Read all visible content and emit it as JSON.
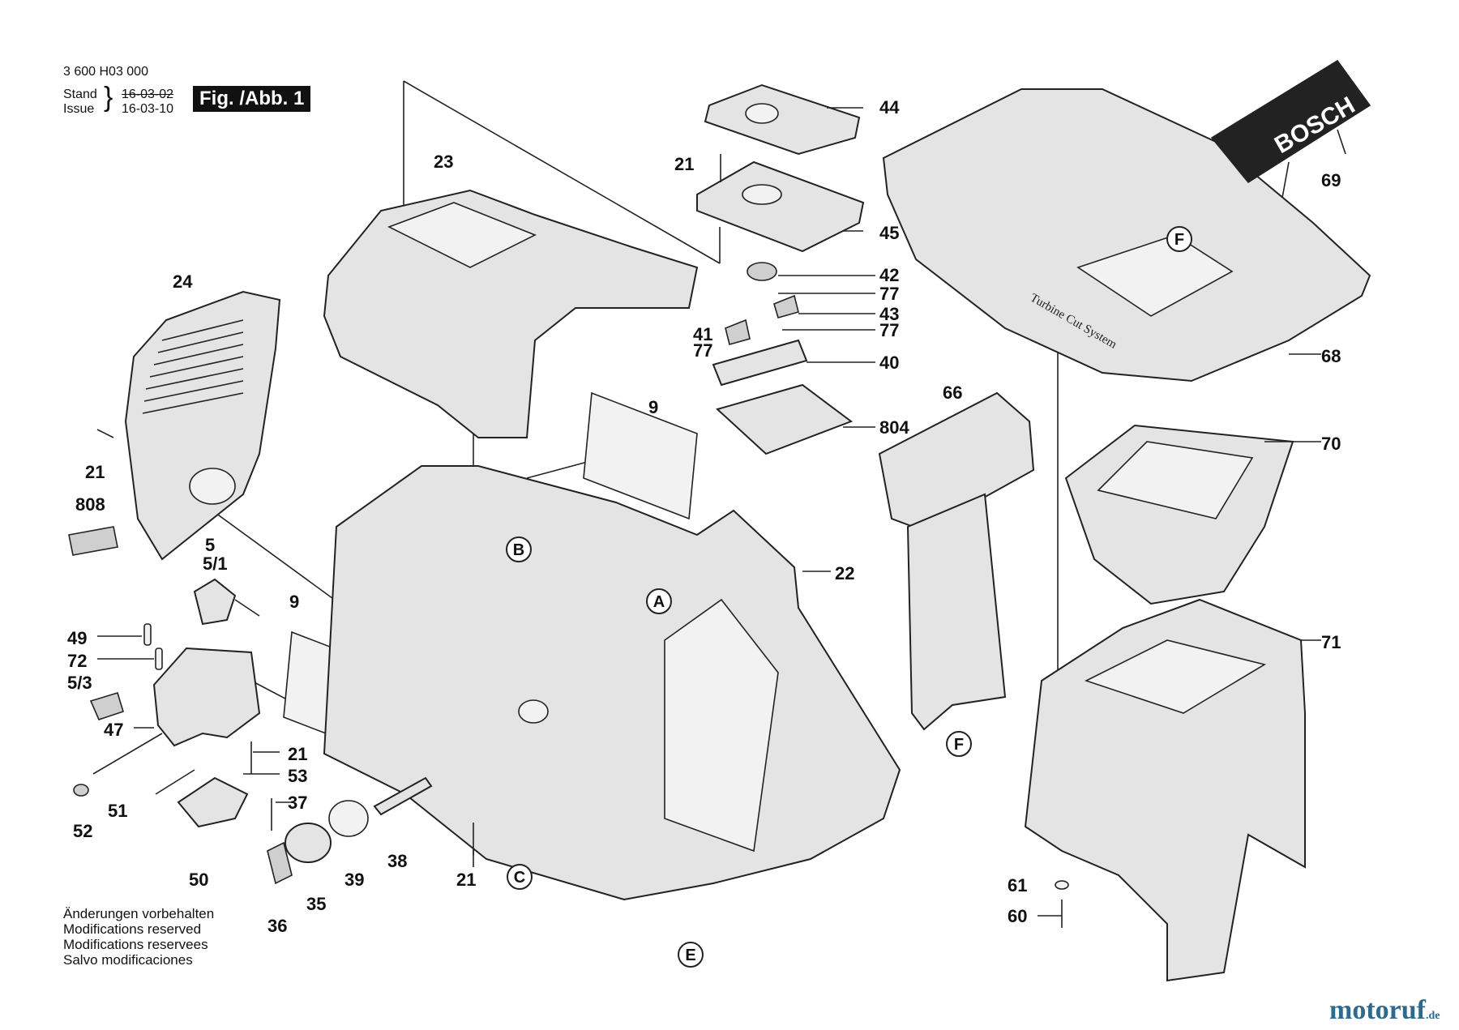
{
  "header": {
    "doc_number": "3 600 H03 000",
    "stand_label": "Stand",
    "issue_label": "Issue",
    "brace": "}",
    "stand_date": "16-03-02",
    "issue_date": "16-03-10",
    "figure_label": "Fig. /Abb. 1"
  },
  "notes": [
    "Änderungen vorbehalten",
    "Modifications reserved",
    "Modifications reservees",
    "Salvo modificaciones"
  ],
  "brand_text": "BOSCH",
  "hopper_script": "Turbine Cut System",
  "watermark": {
    "name": "motoruf",
    "tld": ".de"
  },
  "part_labels": [
    "44",
    "21",
    "69",
    "23",
    "45",
    "42",
    "77",
    "43",
    "41",
    "77",
    "77",
    "40",
    "68",
    "24",
    "804",
    "9",
    "66",
    "70",
    "21",
    "808",
    "5",
    "5/1",
    "22",
    "9",
    "49",
    "71",
    "72",
    "5/3",
    "47",
    "21",
    "53",
    "51",
    "37",
    "52",
    "38",
    "50",
    "39",
    "21",
    "35",
    "36",
    "61",
    "60"
  ],
  "callouts": [
    "F",
    "B",
    "A",
    "F",
    "C",
    "E"
  ],
  "colors": {
    "line": "#222222",
    "fill": "#e4e4e4",
    "badge": "#111111",
    "watermark": "#2d6a8e"
  }
}
